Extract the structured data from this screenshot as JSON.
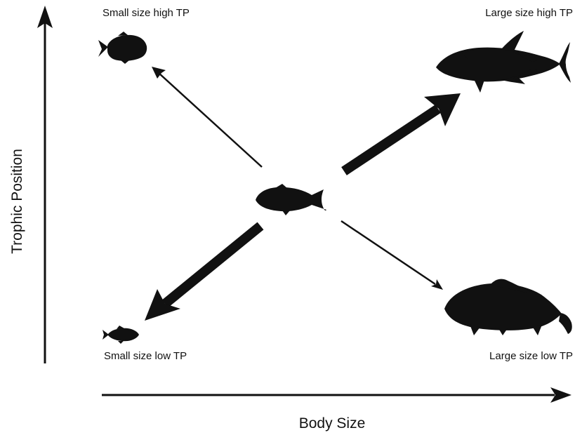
{
  "colors": {
    "ink": "#111111",
    "background": "#ffffff"
  },
  "axes": {
    "x_label": "Body Size",
    "y_label": "Trophic Position"
  },
  "quadrants": {
    "top_left": {
      "label": "Small size high TP",
      "icon": "piranha-icon",
      "arrow_weight": "thin"
    },
    "top_right": {
      "label": "Large size high TP",
      "icon": "tuna-icon",
      "arrow_weight": "thick"
    },
    "bottom_left": {
      "label": "Small size low TP",
      "icon": "small-fish-icon",
      "arrow_weight": "thick"
    },
    "bottom_right": {
      "label": "Large size low TP",
      "icon": "carp-icon",
      "arrow_weight": "thin"
    }
  },
  "center": {
    "icon": "trout-icon"
  }
}
